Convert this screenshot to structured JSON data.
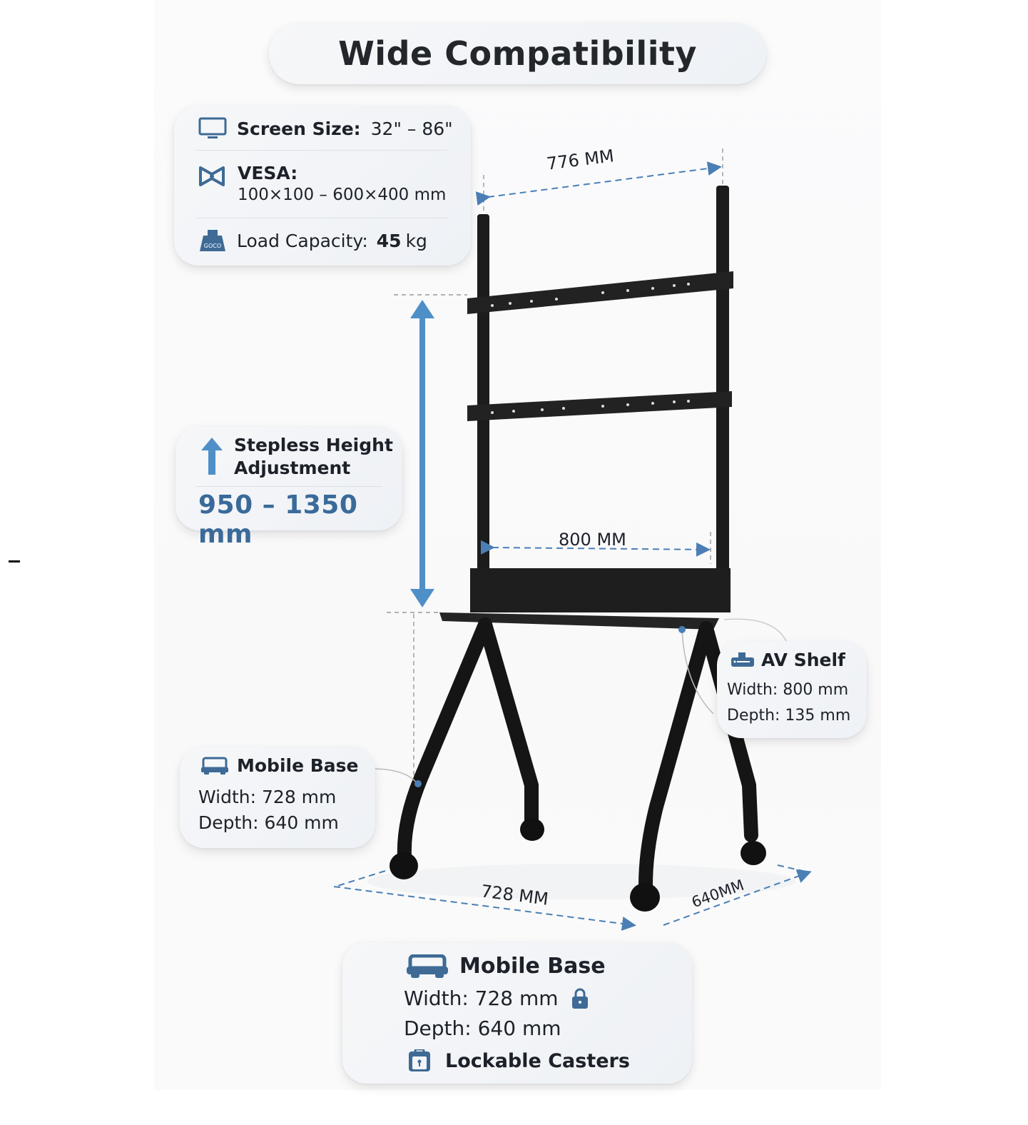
{
  "header": {
    "title": "Wide Compatibility"
  },
  "specs": {
    "screen_size": {
      "icon": "monitor-icon",
      "label": "Screen Size:",
      "value": "32\" – 86\""
    },
    "vesa": {
      "icon": "vesa-mount-icon",
      "label": "VESA:",
      "value": "100×100 – 600×400 mm"
    },
    "load_capacity": {
      "icon": "weight-icon",
      "label": "Load Capacity:",
      "value_bold": "45",
      "unit": "kg"
    }
  },
  "height_adjustment": {
    "icon": "arrow-up-icon",
    "title_line1": "Stepless Height",
    "title_line2": "Adjustment",
    "range": "950 – 1350 mm"
  },
  "av_shelf": {
    "icon": "av-device-icon",
    "title": "AV Shelf",
    "width": "Width: 800 mm",
    "depth": "Depth: 135 mm"
  },
  "mobile_base_callout": {
    "icon": "base-icon",
    "title": "Mobile Base",
    "width": "Width: 728 mm",
    "depth": "Depth: 640 mm"
  },
  "mobile_base_summary": {
    "icon": "base-icon",
    "title": "Mobile Base",
    "width": "Width: 728 mm",
    "depth": "Depth: 640 mm",
    "lock_icon": "lock-icon",
    "casters_icon": "lockable-caster-icon",
    "casters": "Lockable Casters"
  },
  "dimensions": {
    "top_width": "776 MM",
    "shelf_width": "800 MM",
    "base_width": "728 MM",
    "base_depth": "640MM"
  },
  "colors": {
    "accent_blue": "#4a86bf",
    "icon_blue": "#3e6a95",
    "text_dark": "#1d2129",
    "stand_black": "#1a1a1a"
  }
}
